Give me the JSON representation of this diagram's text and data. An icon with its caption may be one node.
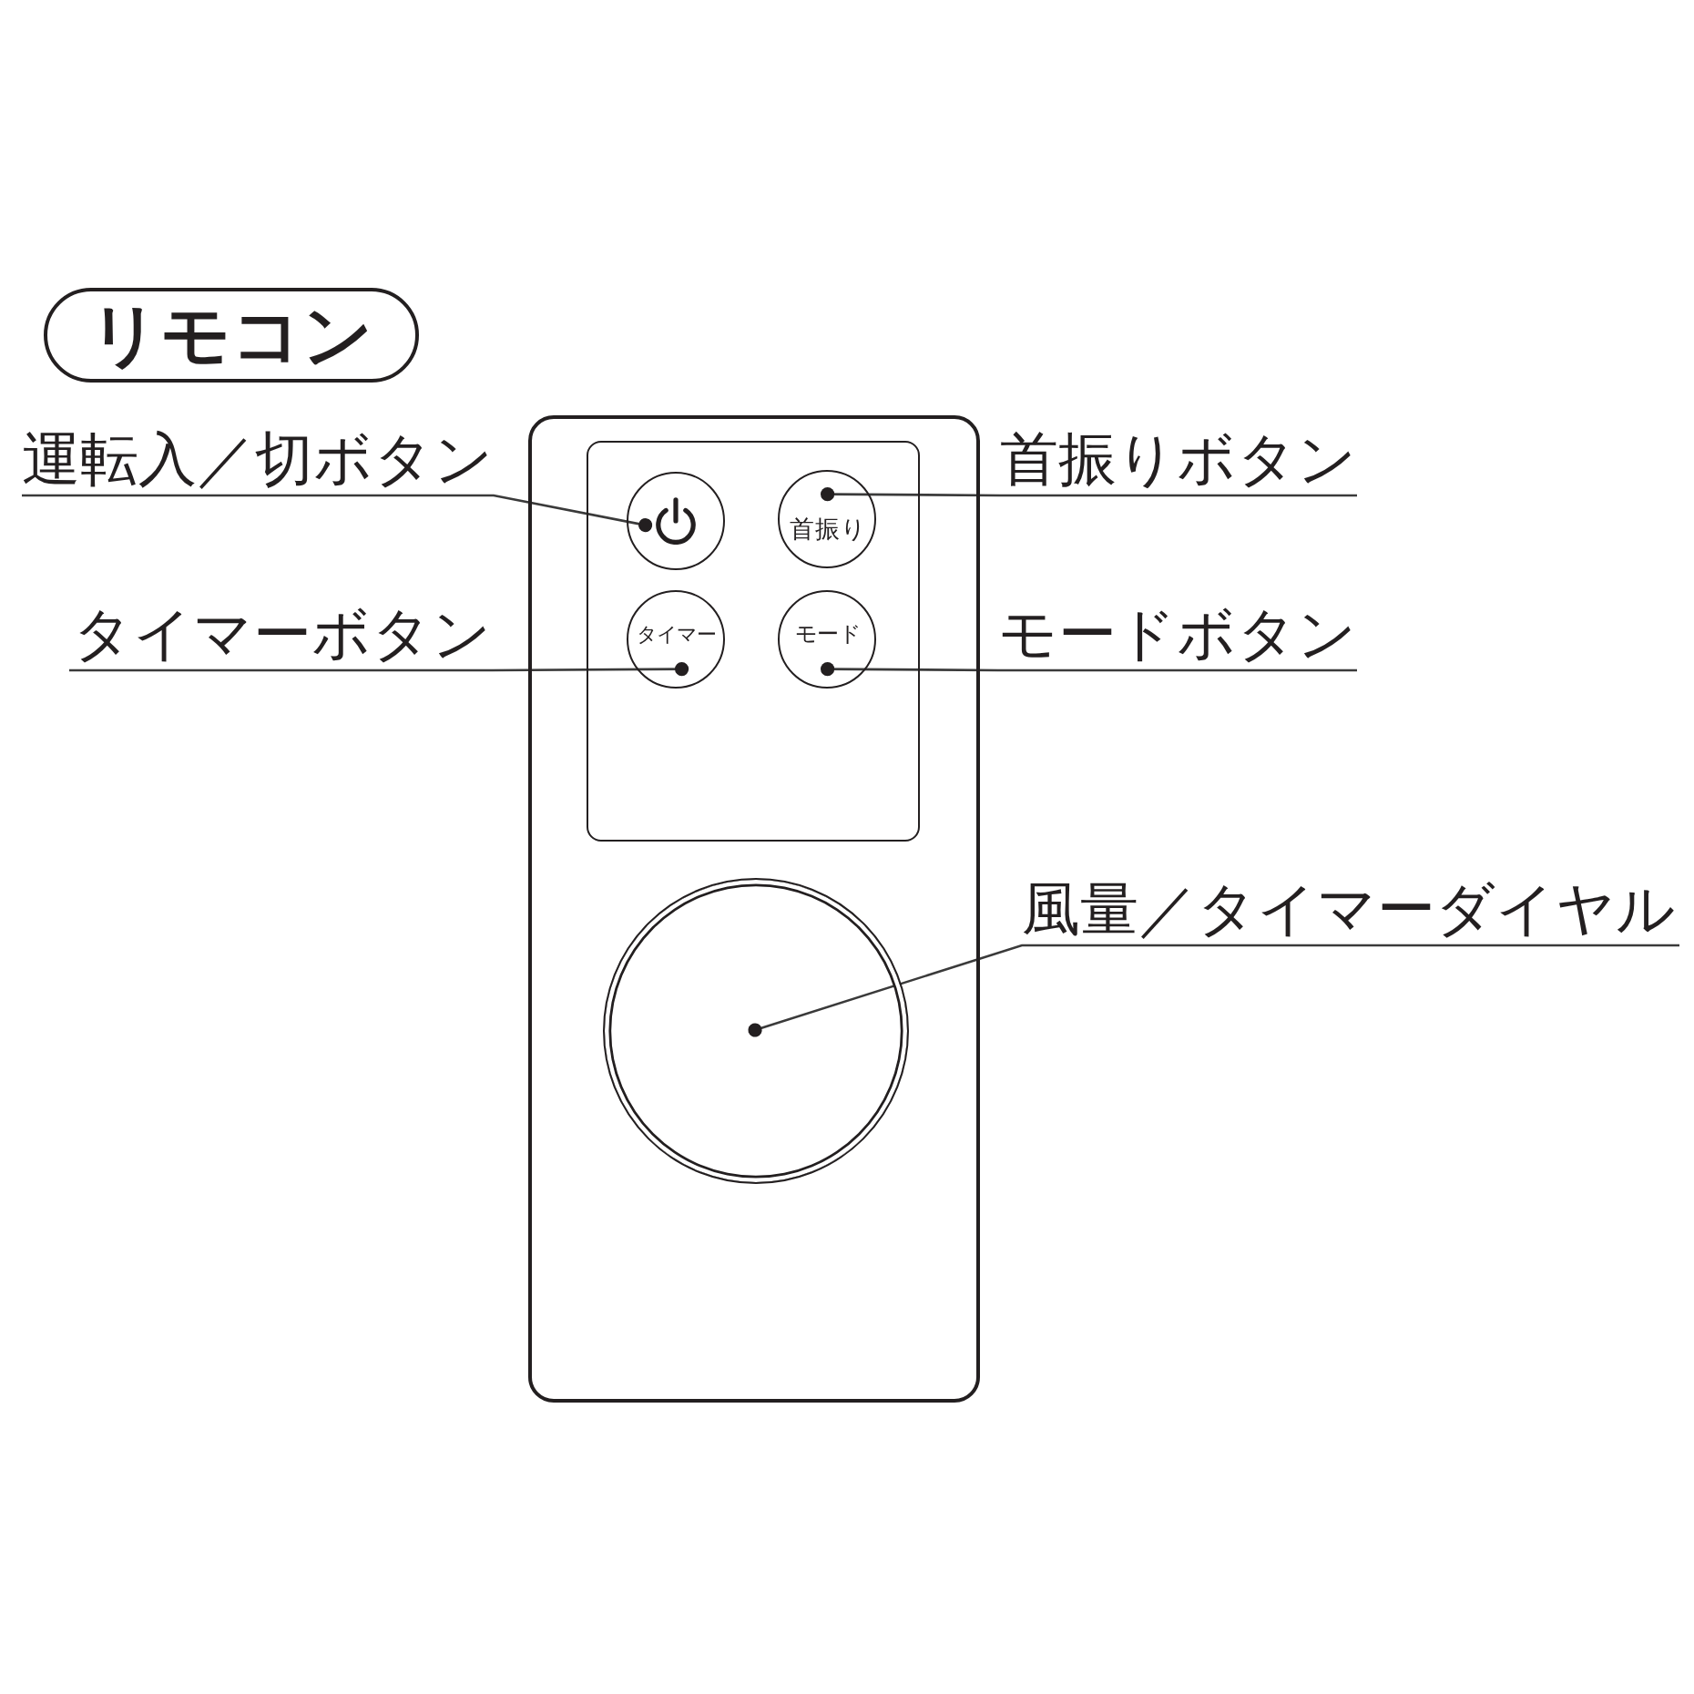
{
  "diagram": {
    "nodes": [
      {
        "text": [
          "リモコン"
        ]
      },
      {
        "text": [
          "運転入／切ボタン"
        ]
      },
      {
        "text": [
          "首振りボタン"
        ]
      },
      {
        "text": [
          "タイマーボタン"
        ]
      },
      {
        "text": [
          "モードボタン"
        ]
      },
      {
        "text": [
          "風量／タイマーダイヤル"
        ]
      },
      {
        "text": [],
        "shape": "box"
      },
      {
        "text": [],
        "shape": "box",
        "in": 6
      },
      {
        "text": [],
        "shape": "circle",
        "in": 7
      },
      {
        "text": [
          "首振り"
        ],
        "in": 7
      },
      {
        "text": [
          "タイマー"
        ],
        "in": 7
      },
      {
        "text": [
          "モード"
        ],
        "in": 7
      },
      {
        "text": [],
        "shape": "circle",
        "in": 6
      }
    ],
    "edges": [
      {
        "from": 1,
        "to": 8,
        "arrow": "other"
      },
      {
        "from": 2,
        "to": 9,
        "arrow": "other"
      },
      {
        "from": 3,
        "to": 10,
        "arrow": "other"
      },
      {
        "from": 4,
        "to": 11,
        "arrow": "other"
      },
      {
        "from": 5,
        "to": 12,
        "arrow": "other"
      }
    ]
  }
}
